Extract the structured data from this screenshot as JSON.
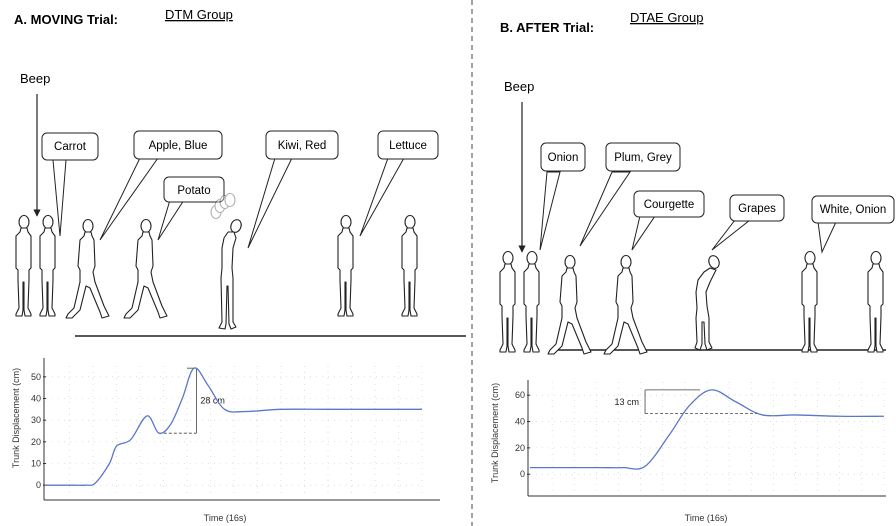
{
  "panel_a": {
    "title": "A. MOVING Trial:",
    "group": "DTM Group",
    "beep": "Beep",
    "bubbles": [
      "Carrot",
      "Apple, Blue",
      "Potato",
      "Kiwi, Red",
      "Lettuce"
    ],
    "annotation": "28 cm",
    "xlabel": "Time (16s)",
    "ylabel": "Trunk Displacement (cm)"
  },
  "panel_b": {
    "title": "B. AFTER Trial:",
    "group": "DTAE Group",
    "beep": "Beep",
    "bubbles": [
      "Onion",
      "Plum, Grey",
      "Courgette",
      "Grapes",
      "White, Onion"
    ],
    "annotation": "13 cm",
    "xlabel": "Time (16s)",
    "ylabel": "Trunk Displacement (cm)"
  },
  "chart_data": [
    {
      "type": "line",
      "ylabel": "Trunk Displacement (cm)",
      "xlabel": "Time (16s)",
      "yticks": [
        0,
        10,
        20,
        30,
        40,
        50
      ],
      "ylim": [
        -5,
        55
      ],
      "x": [
        0,
        0.7,
        1.2,
        1.7,
        2.1,
        2.7,
        3.0,
        3.6,
        4.3,
        4.8,
        5.3,
        5.8,
        6.3,
        6.9,
        7.6,
        8.5,
        10,
        12,
        14,
        16
      ],
      "series": [
        {
          "color": "#5a78c8",
          "values": [
            0,
            0,
            0,
            0,
            1,
            10,
            18,
            21,
            32,
            24,
            28,
            40,
            54,
            46,
            35,
            34,
            35,
            35,
            35,
            35
          ]
        }
      ],
      "line_color": "#5a78c8",
      "grid": "dotted"
    },
    {
      "type": "line",
      "ylabel": "Trunk Displacement (cm)",
      "xlabel": "Time (16s)",
      "yticks": [
        0,
        20,
        40,
        60
      ],
      "ylim": [
        -15,
        70
      ],
      "x": [
        0,
        2,
        3.2,
        4.2,
        5.2,
        6.3,
        7.2,
        8.2,
        9.3,
        10.5,
        12,
        14,
        16
      ],
      "series": [
        {
          "color": "#5a78c8",
          "values": [
            5,
            5,
            5,
            5,
            6,
            30,
            52,
            64,
            55,
            45,
            45,
            44,
            44
          ]
        }
      ],
      "line_color": "#5a78c8",
      "grid": "dotted"
    }
  ]
}
